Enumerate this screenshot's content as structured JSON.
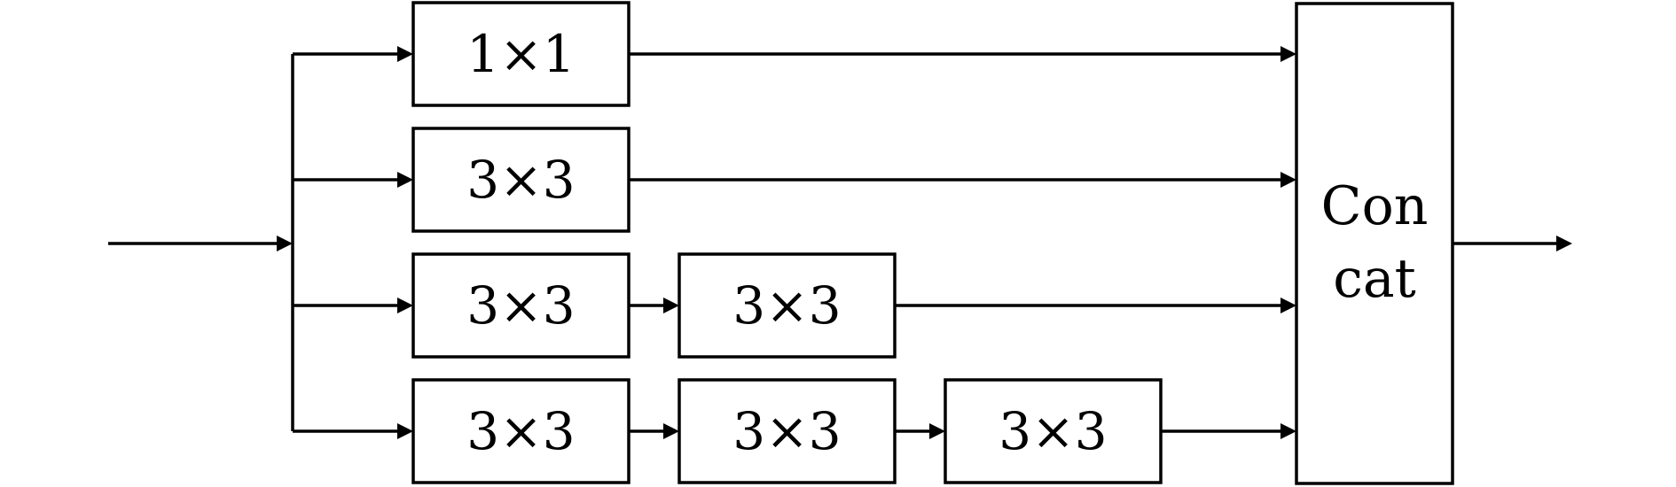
{
  "diagram": {
    "rows": [
      {
        "blocks": [
          "1×1"
        ]
      },
      {
        "blocks": [
          "3×3"
        ]
      },
      {
        "blocks": [
          "3×3",
          "3×3"
        ]
      },
      {
        "blocks": [
          "3×3",
          "3×3",
          "3×3"
        ]
      }
    ],
    "concat": {
      "line1": "Con",
      "line2": "cat"
    }
  }
}
